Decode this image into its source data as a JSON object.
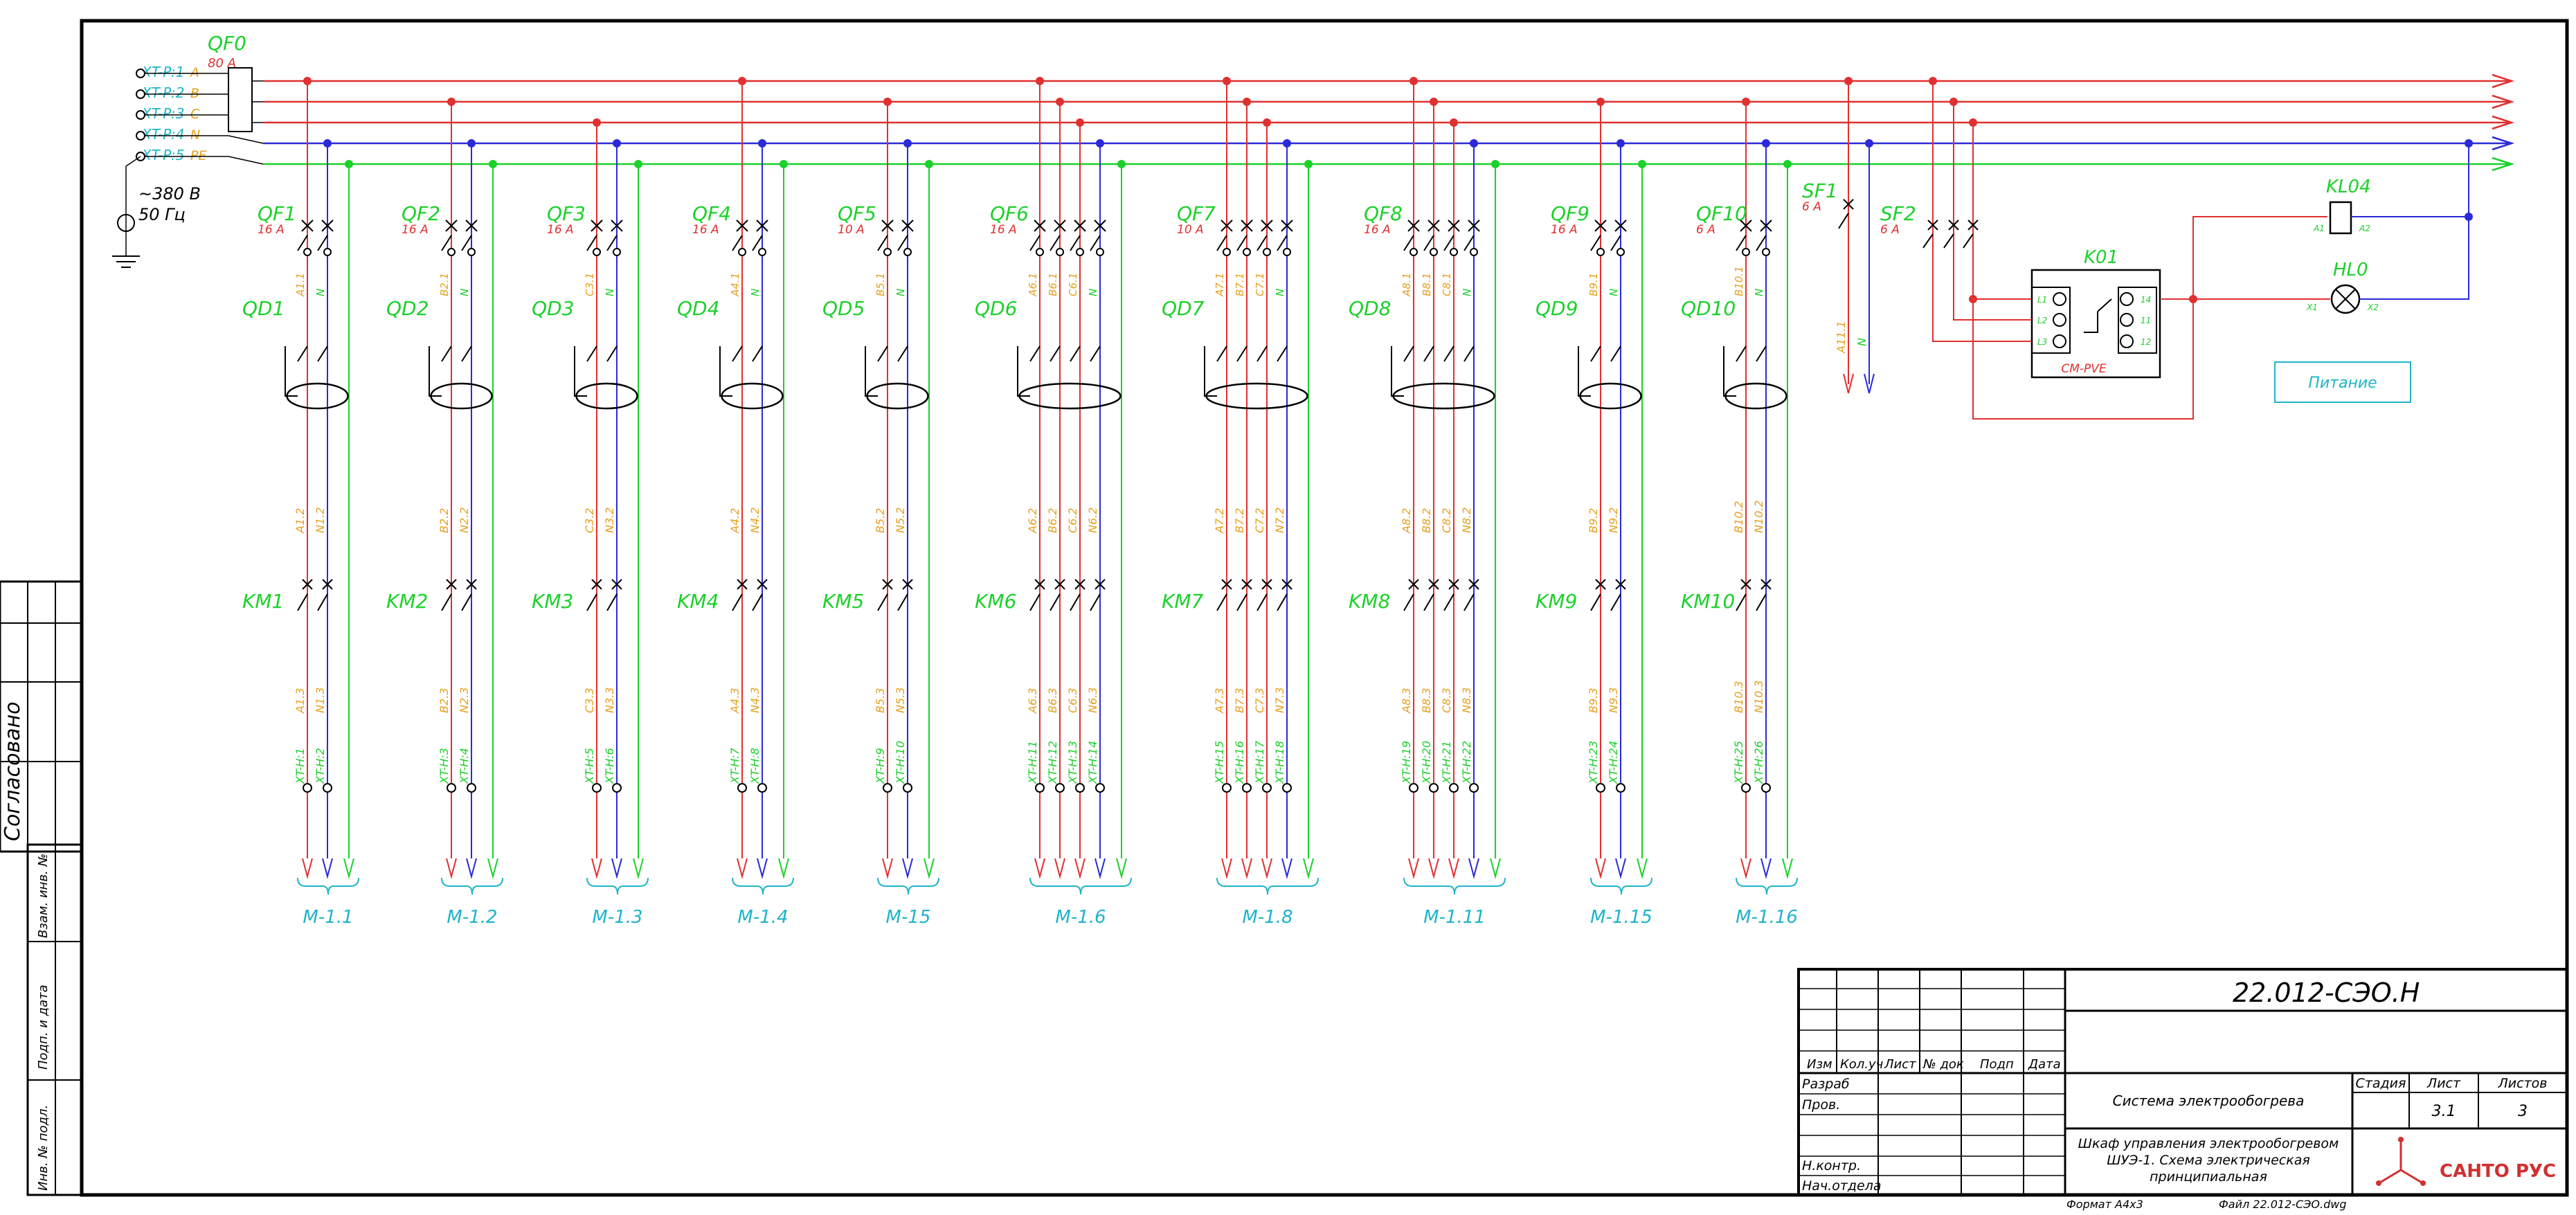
{
  "supply": {
    "breaker": "QF0",
    "breaker_rating": "80 A",
    "terminals": [
      {
        "label": "XT-P:1",
        "phase": "A",
        "color": "#e03030"
      },
      {
        "label": "XT-P:2",
        "phase": "B",
        "color": "#e03030"
      },
      {
        "label": "XT-P:3",
        "phase": "C",
        "color": "#e03030"
      },
      {
        "label": "XT-P:4",
        "phase": "N",
        "color": "#2a2ad8"
      },
      {
        "label": "XT-P:5",
        "phase": "PE",
        "color": "#1bd12a"
      }
    ],
    "voltage": "~380 В",
    "frequency": "50 Гц"
  },
  "feeders": [
    {
      "breaker": "QF1",
      "rating": "16 A",
      "rcd": "QD1",
      "contactor": "KM1",
      "phases": [
        "A"
      ],
      "wires1": [
        "A1.1",
        "N"
      ],
      "wires2": [
        "A1.2",
        "N1.2"
      ],
      "wires3": [
        "A1.3",
        "N1.3"
      ],
      "terminals": [
        "XT-H:1",
        "XT-H:2"
      ],
      "output": "М-1.1"
    },
    {
      "breaker": "QF2",
      "rating": "16 A",
      "rcd": "QD2",
      "contactor": "KM2",
      "phases": [
        "B"
      ],
      "wires1": [
        "B2.1",
        "N"
      ],
      "wires2": [
        "B2.2",
        "N2.2"
      ],
      "wires3": [
        "B2.3",
        "N2.3"
      ],
      "terminals": [
        "XT-H:3",
        "XT-H:4"
      ],
      "output": "М-1.2"
    },
    {
      "breaker": "QF3",
      "rating": "16 A",
      "rcd": "QD3",
      "contactor": "KM3",
      "phases": [
        "C"
      ],
      "wires1": [
        "C3.1",
        "N"
      ],
      "wires2": [
        "C3.2",
        "N3.2"
      ],
      "wires3": [
        "C3.3",
        "N3.3"
      ],
      "terminals": [
        "XT-H:5",
        "XT-H:6"
      ],
      "output": "М-1.3"
    },
    {
      "breaker": "QF4",
      "rating": "16 A",
      "rcd": "QD4",
      "contactor": "KM4",
      "phases": [
        "A"
      ],
      "wires1": [
        "A4.1",
        "N"
      ],
      "wires2": [
        "A4.2",
        "N4.2"
      ],
      "wires3": [
        "A4.3",
        "N4.3"
      ],
      "terminals": [
        "XT-H:7",
        "XT-H:8"
      ],
      "output": "М-1.4"
    },
    {
      "breaker": "QF5",
      "rating": "10 A",
      "rcd": "QD5",
      "contactor": "KM5",
      "phases": [
        "B"
      ],
      "wires1": [
        "B5.1",
        "N"
      ],
      "wires2": [
        "B5.2",
        "N5.2"
      ],
      "wires3": [
        "B5.3",
        "N5.3"
      ],
      "terminals": [
        "XT-H:9",
        "XT-H:10"
      ],
      "output": "М-15"
    },
    {
      "breaker": "QF6",
      "rating": "16 A",
      "rcd": "QD6",
      "contactor": "KM6",
      "phases": [
        "A",
        "B",
        "C"
      ],
      "wires1": [
        "A6.1",
        "B6.1",
        "C6.1",
        "N"
      ],
      "wires2": [
        "A6.2",
        "B6.2",
        "C6.2",
        "N6.2"
      ],
      "wires3": [
        "A6.3",
        "B6.3",
        "C6.3",
        "N6.3"
      ],
      "terminals": [
        "XT-H:11",
        "XT-H:12",
        "XT-H:13",
        "XT-H:14"
      ],
      "output": "М-1.6"
    },
    {
      "breaker": "QF7",
      "rating": "10 A",
      "rcd": "QD7",
      "contactor": "KM7",
      "phases": [
        "A",
        "B",
        "C"
      ],
      "wires1": [
        "A7.1",
        "B7.1",
        "C7.1",
        "N"
      ],
      "wires2": [
        "A7.2",
        "B7.2",
        "C7.2",
        "N7.2"
      ],
      "wires3": [
        "A7.3",
        "B7.3",
        "C7.3",
        "N7.3"
      ],
      "terminals": [
        "XT-H:15",
        "XT-H:16",
        "XT-H:17",
        "XT-H:18"
      ],
      "output": "М-1.8"
    },
    {
      "breaker": "QF8",
      "rating": "16 A",
      "rcd": "QD8",
      "contactor": "KM8",
      "phases": [
        "A",
        "B",
        "C"
      ],
      "wires1": [
        "A8.1",
        "B8.1",
        "C8.1",
        "N"
      ],
      "wires2": [
        "A8.2",
        "B8.2",
        "C8.2",
        "N8.2"
      ],
      "wires3": [
        "A8.3",
        "B8.3",
        "C8.3",
        "N8.3"
      ],
      "terminals": [
        "XT-H:19",
        "XT-H:20",
        "XT-H:21",
        "XT-H:22"
      ],
      "output": "М-1.11"
    },
    {
      "breaker": "QF9",
      "rating": "16 A",
      "rcd": "QD9",
      "contactor": "KM9",
      "phases": [
        "B"
      ],
      "wires1": [
        "B9.1",
        "N"
      ],
      "wires2": [
        "B9.2",
        "N9.2"
      ],
      "wires3": [
        "B9.3",
        "N9.3"
      ],
      "terminals": [
        "XT-H:23",
        "XT-H:24"
      ],
      "output": "М-1.15"
    },
    {
      "breaker": "QF10",
      "rating": "6 A",
      "rcd": "QD10",
      "contactor": "KM10",
      "phases": [
        "B"
      ],
      "wires1": [
        "B10.1",
        "N"
      ],
      "wires2": [
        "B10.2",
        "N10.2"
      ],
      "wires3": [
        "B10.3",
        "N10.3"
      ],
      "terminals": [
        "XT-H:25",
        "XT-H:26"
      ],
      "output": "М-1.16"
    }
  ],
  "aux": {
    "sf1": {
      "label": "SF1",
      "rating": "6 A",
      "wires": [
        "A11.1",
        "N"
      ]
    },
    "sf2": {
      "label": "SF2",
      "rating": "6 A"
    },
    "relay": {
      "label": "K01",
      "type": "CM-PVE",
      "pins_left": [
        "L1",
        "L2",
        "L3"
      ],
      "pins_right": [
        "14",
        "11",
        "12"
      ]
    },
    "coil": {
      "label": "KL04",
      "pins": [
        "A1",
        "A2"
      ]
    },
    "lamp": {
      "label": "HL0",
      "pins": [
        "X1",
        "X2"
      ]
    },
    "indicator_text": "Питание"
  },
  "title_block": {
    "doc_number": "22.012-СЭО.Н",
    "system": "Система электрообогрева",
    "sheet_title_1": "Шкаф управления электрообогревом",
    "sheet_title_2": "ШУЭ-1. Схема электрическая",
    "sheet_title_3": "принципиальная",
    "col_headers": [
      "Изм",
      "Кол.уч",
      "Лист",
      "№ док",
      "Подп",
      "Дата"
    ],
    "roles": [
      "Разраб",
      "Пров.",
      "",
      "Н.контр.",
      "Нач.отдела"
    ],
    "stage_label": "Стадия",
    "sheet_label": "Лист",
    "sheets_label": "Листов",
    "stage_value": "",
    "sheet_value": "3.1",
    "sheets_value": "3",
    "company": "САНТО РУС",
    "format": "Формат  A4x3",
    "file": "Файл  22.012-СЭО.dwg"
  },
  "side_stamp": {
    "agreed": "Согласовано",
    "labels": [
      "Взам. инв. №",
      "Подп. и дата",
      "Инв. № подл."
    ]
  },
  "colors": {
    "phase": "#e03030",
    "neutral": "#2a2ad8",
    "pe": "#1bd12a",
    "label_green": "#1bd12a",
    "label_orange": "#e8a01e",
    "label_cyan": "#1eb4c8"
  }
}
